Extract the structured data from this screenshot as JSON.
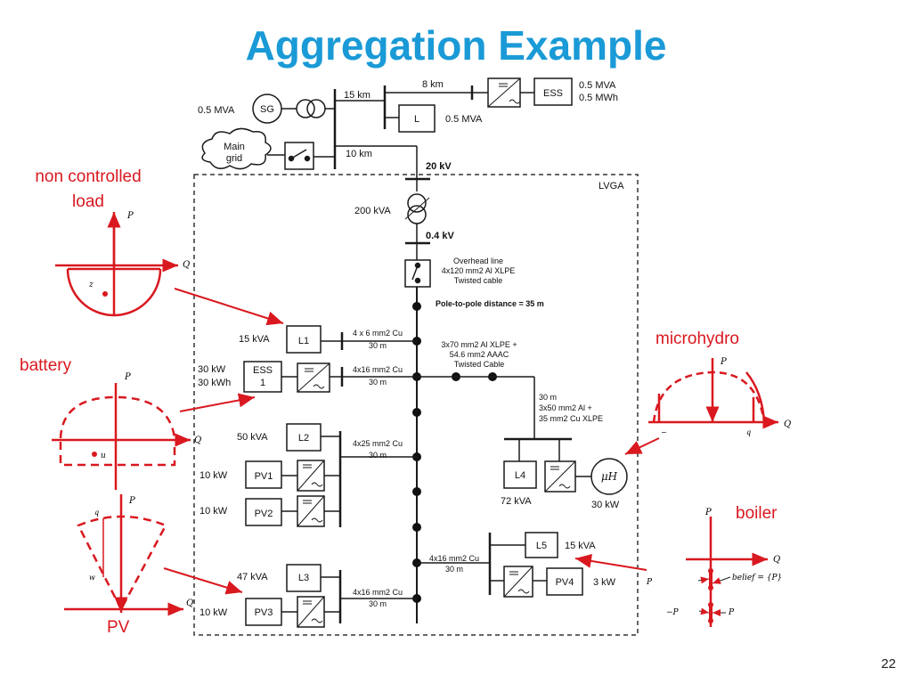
{
  "title": "Aggregation Example",
  "page_number": "22",
  "side_labels": {
    "non_controlled_load_1": "non controlled",
    "non_controlled_load_2": "load",
    "battery": "battery",
    "microhydro": "microhydro",
    "boiler": "boiler",
    "pv": "PV"
  },
  "grid": {
    "sg_rating": "0.5 MVA",
    "sg": "SG",
    "main_grid_1": "Main",
    "main_grid_2": "grid",
    "line_15km": "15 km",
    "line_8km": "8 km",
    "line_10km": "10 km",
    "ess_top": "ESS",
    "ess_top_mva": "0.5 MVA",
    "ess_top_mwh": "0.5 MWh",
    "load_L": "L",
    "load_L_mva": "0.5 MVA",
    "v20": "20 kV",
    "transformer": "200 kVA",
    "v04": "0.4 kV",
    "lvga": "LVGA",
    "overhead_1": "Overhead line",
    "overhead_2": "4x120 mm2 Al XLPE",
    "overhead_3": "Twisted cable",
    "pole": "Pole-to-pole distance = 35 m",
    "l1": "L1",
    "l1_kva": "15 kVA",
    "l1_cable_1": "4 x 6 mm2 Cu",
    "l1_cable_2": "30 m",
    "ess1_a": "ESS",
    "ess1_b": "1",
    "ess1_kw": "30 kW",
    "ess1_kwh": "30 kWh",
    "ess1_cable_1": "4x16 mm2 Cu",
    "ess1_cable_2": "30 m",
    "main_cable_1": "3x70 mm2 Al XLPE +",
    "main_cable_2": "54.6 mm2 AAAC",
    "main_cable_3": "Twisted Cable",
    "l2": "L2",
    "l2_kva": "50 kVA",
    "l2_cable_1": "4x25 mm2 Cu",
    "l2_cable_2": "30 m",
    "pv1": "PV1",
    "pv1_kw": "10 kW",
    "pv2": "PV2",
    "pv2_kw": "10 kW",
    "branch_1": "30 m",
    "branch_2": "3x50 mm2 Al +",
    "branch_3": "35 mm2 Cu XLPE",
    "l4": "L4",
    "l4_kva": "72 kVA",
    "uh": "μH",
    "uh_kw": "30 kW",
    "l5": "L5",
    "l5_kva": "15 kVA",
    "pv4": "PV4",
    "pv4_kw": "3 kW",
    "l5_cable_1": "4x16 mm2 Cu",
    "l5_cable_2": "30 m",
    "l3": "L3",
    "l3_kva": "47 kVA",
    "pv3": "PV3",
    "pv3_kw": "10 kW",
    "l3_cable_1": "4x16 mm2 Cu",
    "l3_cable_2": "30 m"
  },
  "small_plots": {
    "P": "P",
    "Q": "Q",
    "load_point": "z",
    "battery_point": "u",
    "micro_neg": "−",
    "micro_q": "q",
    "pv_top": "q",
    "pv_mid": "w",
    "boiler_min": "P",
    "boiler_max": "−P",
    "boiler_belief": "belief = {P}",
    "boiler_pmax": "P"
  },
  "colors": {
    "title": "#1a9ad6",
    "accent_red": "#d9181f",
    "line": "#1a1a1a"
  }
}
